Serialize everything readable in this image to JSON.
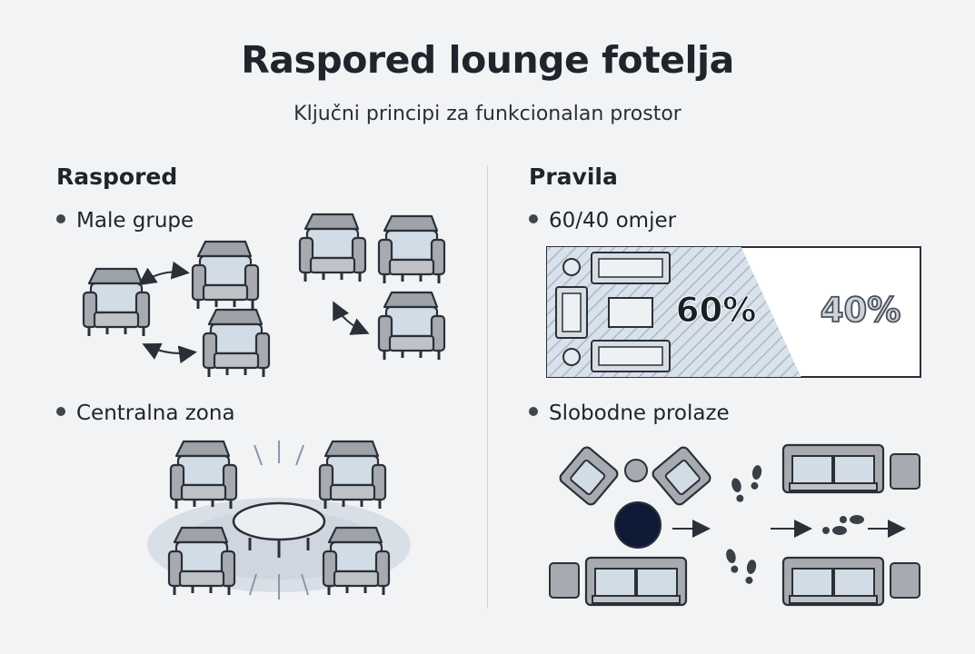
{
  "title": "Raspored lounge fotelja",
  "subtitle": "Ključni principi za funkcionalan prostor",
  "left": {
    "heading": "Raspored",
    "bullets": [
      "Male grupe",
      "Centralna zona"
    ]
  },
  "right": {
    "heading": "Pravila",
    "bullets": [
      "60/40 omjer",
      "Slobodne prolaze"
    ],
    "ratio": {
      "primary_label": "60%",
      "secondary_label": "40%",
      "primary_share": 0.6
    }
  },
  "colors": {
    "chair_fill": "#a7abb1",
    "chair_seat": "#d2dce6",
    "outline": "#2b3038",
    "accent_dark": "#0f1a36",
    "hatch": "#c9d3e0"
  }
}
